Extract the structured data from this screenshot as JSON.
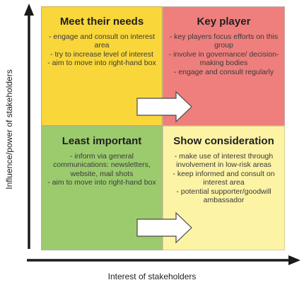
{
  "quadrants": {
    "top_left": {
      "title": "Meet their needs",
      "items": [
        "- engage and consult on interest area",
        "- try to increase level of interest",
        "- aim to move into right-hand box"
      ],
      "color": "#f9d63a"
    },
    "top_right": {
      "title": "Key player",
      "items": [
        "- key players focus efforts on this group",
        "- involve in governance/ decision-making bodies",
        "- engage and consult regularly"
      ],
      "color": "#ee7f7d"
    },
    "bottom_left": {
      "title": "Least important",
      "items": [
        "- inform via general communications: newsletters, website, mail shots",
        "- aim to move into right-hand box"
      ],
      "color": "#9ccb6e"
    },
    "bottom_right": {
      "title": "Show consideration",
      "items": [
        "- make use of interest through involvement in low-risk areas",
        "- keep informed and consult on interest area",
        "- potential supporter/goodwill ambassador"
      ],
      "color": "#fcf3a4"
    }
  },
  "axes": {
    "x_label": "Interest of stakeholders",
    "y_label": "Influence/power of stakeholders"
  }
}
